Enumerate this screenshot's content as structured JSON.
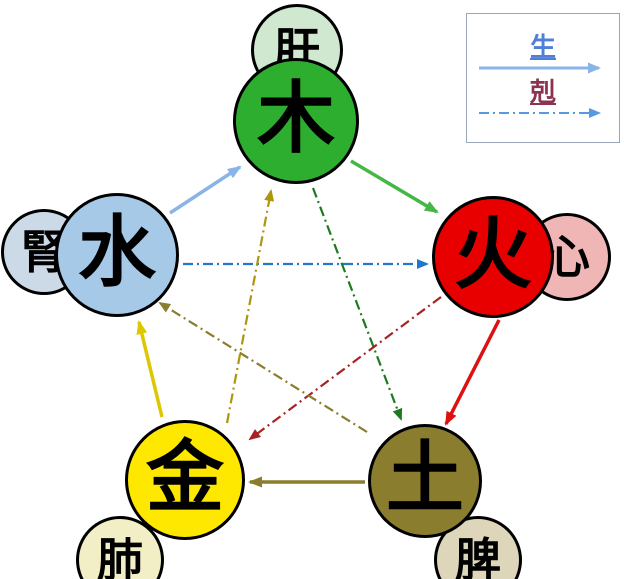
{
  "legend": {
    "generate": {
      "label": "生",
      "text_color": "#4f7fd9",
      "arrow_color": "#8ab4e8"
    },
    "overcome": {
      "label": "剋",
      "text_color": "#8b3350",
      "arrow_color": "#5599e0"
    }
  },
  "elements": [
    {
      "name": "wood",
      "label": "木",
      "color": "#2eae2e",
      "organ": {
        "name": "liver",
        "label": "肝",
        "color": "#cfe8cf"
      }
    },
    {
      "name": "fire",
      "label": "火",
      "color": "#e80000",
      "organ": {
        "name": "heart",
        "label": "心",
        "color": "#f0b6b6"
      }
    },
    {
      "name": "earth",
      "label": "土",
      "color": "#8a7d2e",
      "organ": {
        "name": "spleen",
        "label": "脾",
        "color": "#ded6ba"
      }
    },
    {
      "name": "metal",
      "label": "金",
      "color": "#ffe800",
      "organ": {
        "name": "lung",
        "label": "肺",
        "color": "#f2eec6"
      }
    },
    {
      "name": "water",
      "label": "水",
      "color": "#a6c9e8",
      "organ": {
        "name": "kidney",
        "label": "腎",
        "color": "#ccdae8"
      }
    }
  ],
  "arrows": {
    "generation": [
      {
        "from": "water",
        "to": "wood",
        "color": "#8ab4e8"
      },
      {
        "from": "wood",
        "to": "fire",
        "color": "#44b844"
      },
      {
        "from": "fire",
        "to": "earth",
        "color": "#dd1111"
      },
      {
        "from": "earth",
        "to": "metal",
        "color": "#8a7d2e"
      },
      {
        "from": "metal",
        "to": "water",
        "color": "#ddc700"
      }
    ],
    "overcoming": [
      {
        "from": "water",
        "to": "fire",
        "color": "#2277cc"
      },
      {
        "from": "wood",
        "to": "earth",
        "color": "#1e7a1e"
      },
      {
        "from": "fire",
        "to": "metal",
        "color": "#a82222"
      },
      {
        "from": "earth",
        "to": "water",
        "color": "#8a7d2e"
      },
      {
        "from": "metal",
        "to": "wood",
        "color": "#ab960e"
      }
    ]
  }
}
